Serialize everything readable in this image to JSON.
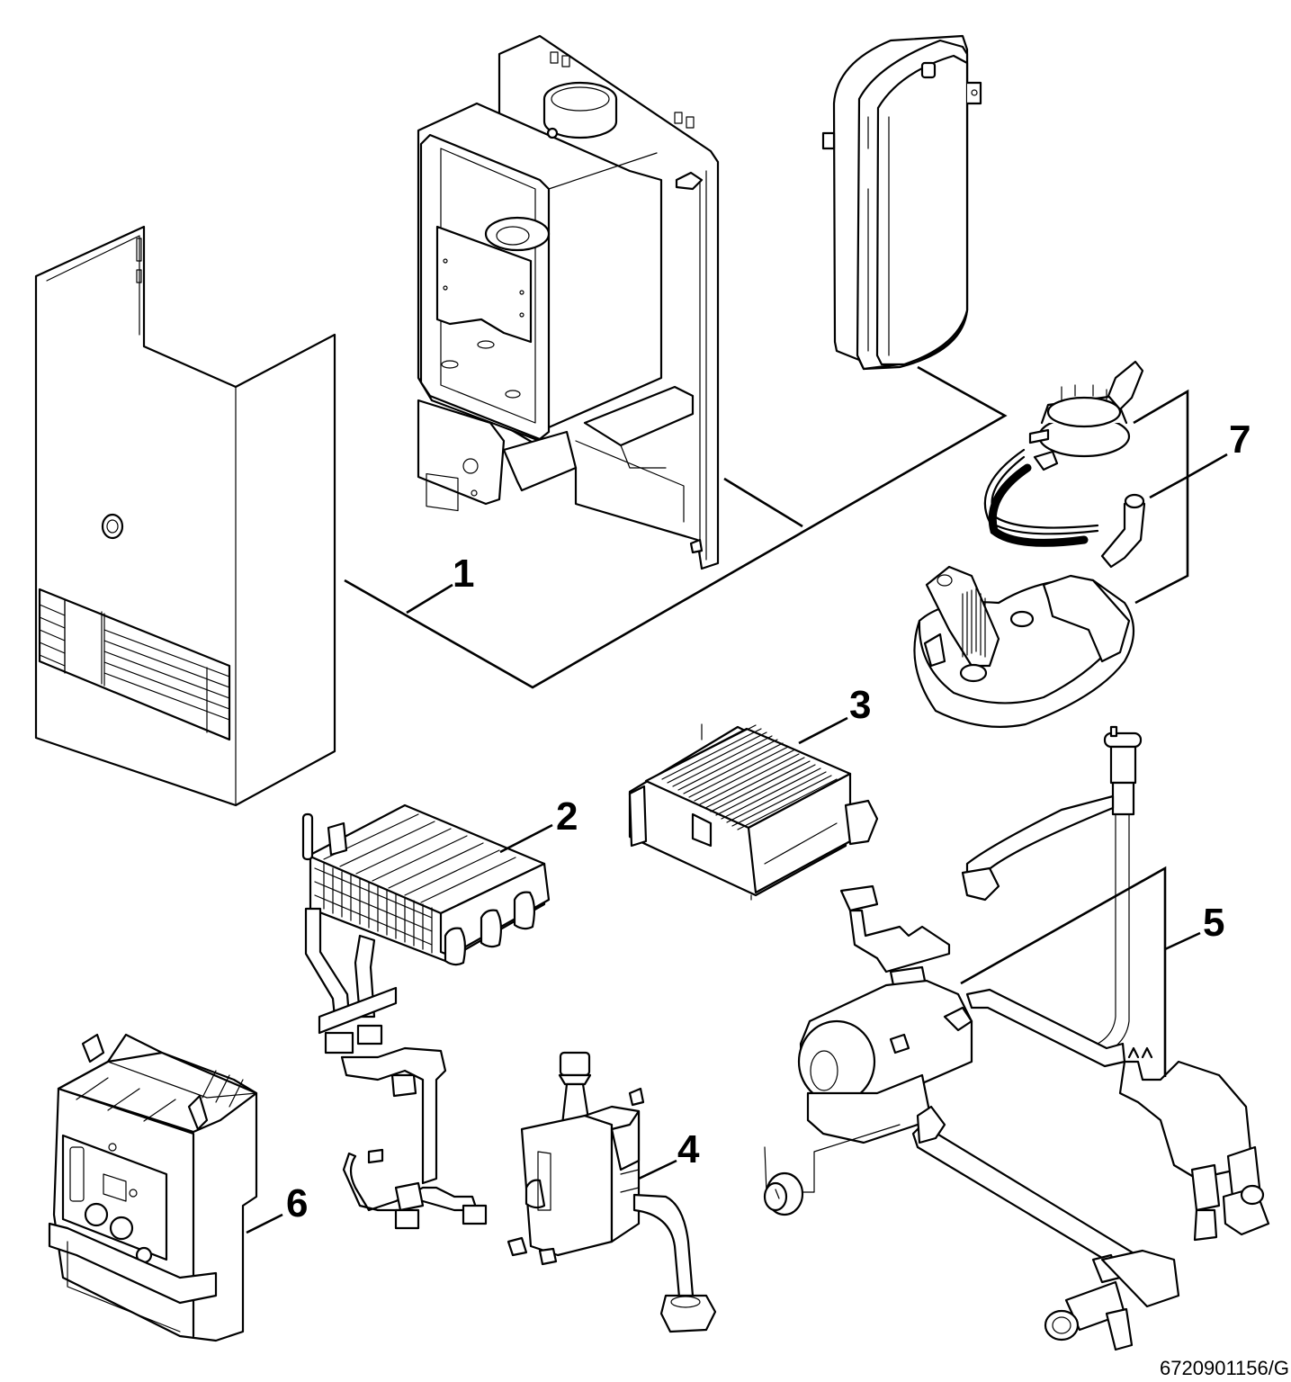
{
  "diagram": {
    "type": "exploded-parts-view",
    "subject": "wall-hung gas boiler main components",
    "reference_code": "6720901156/G",
    "parts": [
      {
        "number": "1",
        "name": "Casing, inner frame and expansion vessel"
      },
      {
        "number": "2",
        "name": "Heat exchanger with flow/return pipes"
      },
      {
        "number": "3",
        "name": "Burner"
      },
      {
        "number": "4",
        "name": "Gas valve"
      },
      {
        "number": "5",
        "name": "Pump and hydraulic group"
      },
      {
        "number": "6",
        "name": "Control box"
      },
      {
        "number": "7",
        "name": "Fan and air pressure switch"
      }
    ]
  }
}
